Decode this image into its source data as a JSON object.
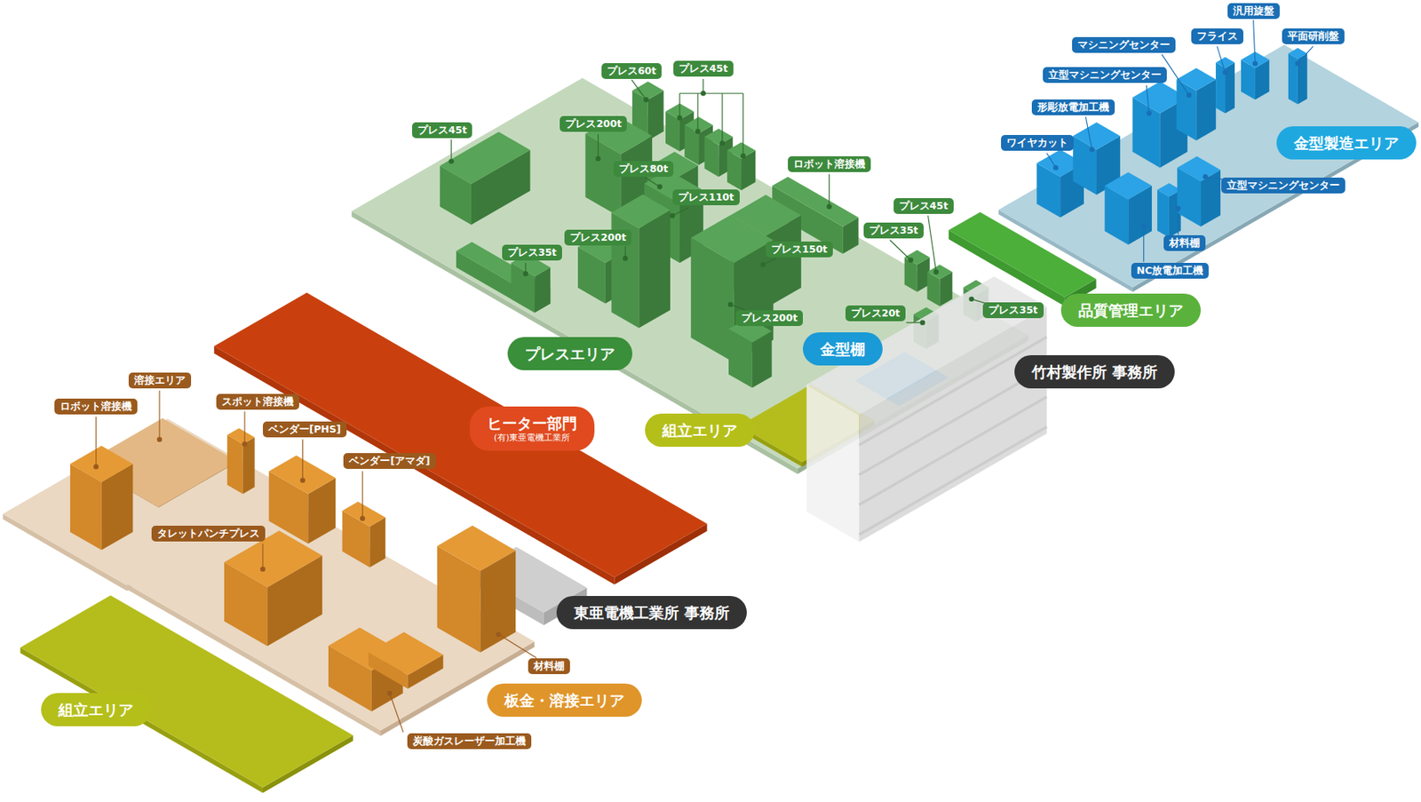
{
  "diagram": {
    "nodes": [
      {
        "text": [
          "プレス60t"
        ]
      },
      {
        "text": [
          "プレス45t"
        ]
      },
      {
        "text": [
          "プレス45t"
        ]
      },
      {
        "text": [
          "プレス200t"
        ]
      },
      {
        "text": [
          "プレス80t"
        ]
      },
      {
        "text": [
          "プレス110t"
        ]
      },
      {
        "text": [
          "ロボット溶接機"
        ]
      },
      {
        "text": [
          "プレス200t"
        ]
      },
      {
        "text": [
          "プレス35t"
        ]
      },
      {
        "text": [
          "プレス150t"
        ]
      },
      {
        "text": [
          "プレス200t"
        ]
      },
      {
        "text": [
          "プレス45t"
        ]
      },
      {
        "text": [
          "プレス35t"
        ]
      },
      {
        "text": [
          "プレス20t"
        ]
      },
      {
        "text": [
          "プレス35t"
        ]
      },
      {
        "text": [
          "プレスエリア"
        ]
      },
      {
        "text": [
          "金型棚"
        ]
      },
      {
        "text": [
          "組立エリア"
        ]
      },
      {
        "text": [
          "竹村製作所 事務所"
        ]
      },
      {
        "text": [
          "品質管理エリア"
        ]
      },
      {
        "text": [
          "金型製造エリア"
        ]
      },
      {
        "text": [
          "汎用旋盤"
        ]
      },
      {
        "text": [
          "フライス"
        ]
      },
      {
        "text": [
          "平面研削盤"
        ]
      },
      {
        "text": [
          "マシニングセンター"
        ]
      },
      {
        "text": [
          "立型マシニングセンター"
        ]
      },
      {
        "text": [
          "形彫放電加工機"
        ]
      },
      {
        "text": [
          "ワイヤカット"
        ]
      },
      {
        "text": [
          "立型マシニングセンター"
        ]
      },
      {
        "text": [
          "材料棚"
        ]
      },
      {
        "text": [
          "NC放電加工機"
        ]
      },
      {
        "text": [
          "ヒーター部門",
          "(有)東亜電機工業所"
        ]
      },
      {
        "text": [
          "溶接エリア"
        ]
      },
      {
        "text": [
          "ロボット溶接機"
        ]
      },
      {
        "text": [
          "スポット溶接機"
        ]
      },
      {
        "text": [
          "ベンダー[PHS]"
        ]
      },
      {
        "text": [
          "ベンダー[アマダ]"
        ]
      },
      {
        "text": [
          "タレットパンチプレス"
        ]
      },
      {
        "text": [
          "東亜電機工業所 事務所"
        ]
      },
      {
        "text": [
          "材料棚"
        ]
      },
      {
        "text": [
          "板金・溶接エリア"
        ]
      },
      {
        "text": [
          "炭酸ガスレーザー加工機"
        ]
      },
      {
        "text": [
          "組立エリア"
        ]
      }
    ]
  }
}
